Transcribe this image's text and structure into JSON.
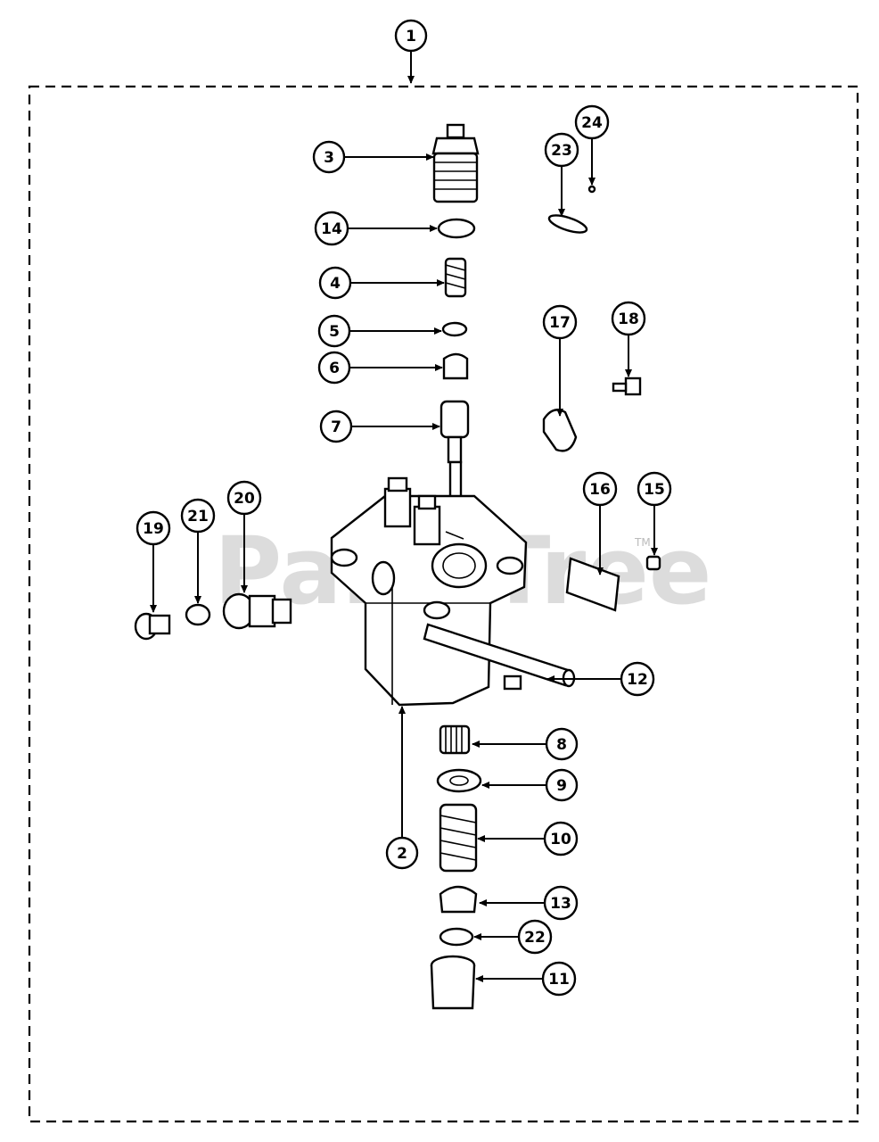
{
  "watermark": {
    "text": "PartsTree",
    "tm": "TM"
  },
  "callouts": [
    "1",
    "2",
    "3",
    "4",
    "5",
    "6",
    "7",
    "8",
    "9",
    "10",
    "11",
    "12",
    "13",
    "14",
    "15",
    "16",
    "17",
    "18",
    "19",
    "20",
    "21",
    "22",
    "23",
    "24"
  ]
}
